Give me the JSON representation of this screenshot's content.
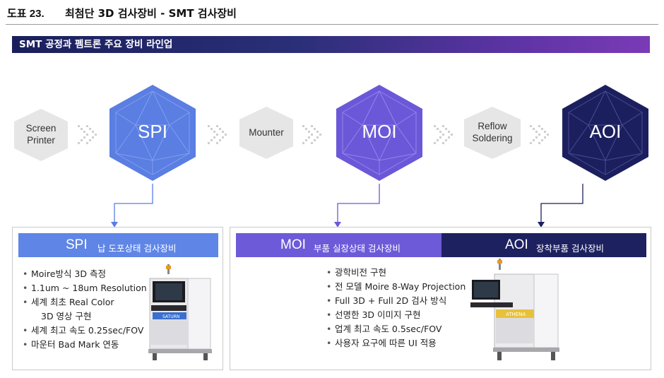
{
  "figure": {
    "number": "도표 23.",
    "title": "최첨단 3D 검사장비 - SMT 검사장비"
  },
  "banner": {
    "text": "SMT 공정과 펨트론 주요 장비 라인업"
  },
  "flow": {
    "steps": [
      {
        "label_line1": "Screen",
        "label_line2": "Printer",
        "kind": "process"
      },
      {
        "label": "SPI",
        "kind": "equipment",
        "color": "#5a7ee2"
      },
      {
        "label": "Mounter",
        "kind": "process"
      },
      {
        "label": "MOI",
        "kind": "equipment",
        "color": "#6b58d8"
      },
      {
        "label_line1": "Reflow",
        "label_line2": "Soldering",
        "kind": "process"
      },
      {
        "label": "AOI",
        "kind": "equipment",
        "color": "#1c1f5e"
      }
    ]
  },
  "panels": {
    "spi": {
      "name": "SPI",
      "desc": "납 도포상태 검사장비",
      "color": "#5f86e6",
      "bullets": [
        "Moire방식 3D 측정",
        "1.1um ~ 18um Resolution 대응",
        "세계 최초 Real Color",
        "3D 영상 구현",
        "세계 최고 속도 0.25sec/FOV",
        "마운터 Bad Mark 연동"
      ],
      "machine_brand": "SATURN"
    },
    "moi": {
      "name": "MOI",
      "desc": "부품 실장상태 검사장비",
      "color": "#6c5ad8"
    },
    "aoi": {
      "name": "AOI",
      "desc": "장착부품 검사장비",
      "color": "#1e2160",
      "bullets": [
        "광학비전 구현",
        "전 모델 Moire 8-Way Projection",
        "Full 3D + Full 2D 검사 방식",
        "선명한 3D 이미지 구현",
        "업계 최고 속도 0.5sec/FOV",
        "사용자 요구에 따른 UI 적용"
      ],
      "machine_brand": "ATHENA"
    }
  }
}
